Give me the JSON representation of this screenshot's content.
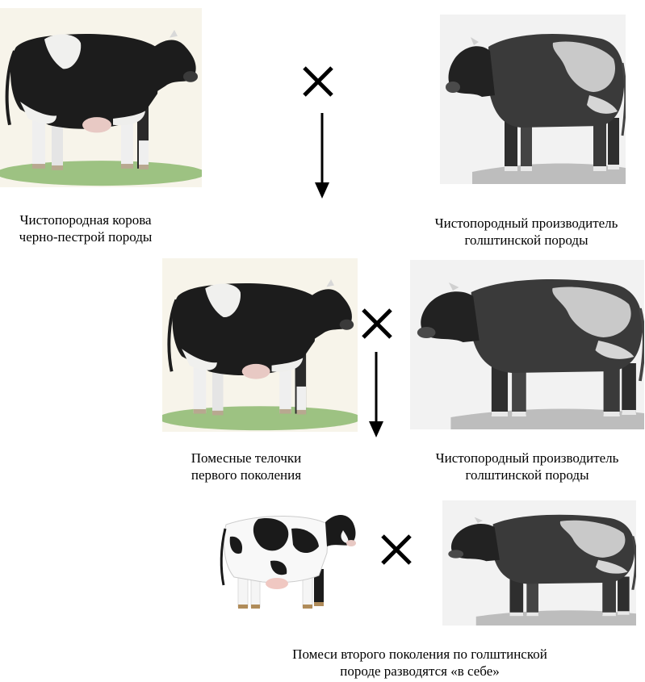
{
  "scheme": {
    "row1": {
      "left_caption": [
        "Чистопородная корова",
        "черно-пестрой породы"
      ],
      "right_caption": [
        "Чистопородный производитель",
        "голштинской породы"
      ]
    },
    "row2": {
      "left_caption": [
        "Помесные телочки",
        "первого поколения"
      ],
      "right_caption": [
        "Чистопородный производитель",
        "голштинской породы"
      ]
    },
    "row3": {
      "bottom_caption": [
        "Помеси второго поколения по голштинской",
        "породе разводятся «в себе»"
      ]
    }
  },
  "icons": {
    "cross": "multiplication-cross-icon",
    "arrow": "down-arrow-icon"
  },
  "colors": {
    "cow_black": "#1c1c1c",
    "cow_white": "#f0f0ee",
    "grass": "#8db870",
    "bull_gray": "#3a3a3a",
    "bull_bg": "#f2f2f2"
  }
}
